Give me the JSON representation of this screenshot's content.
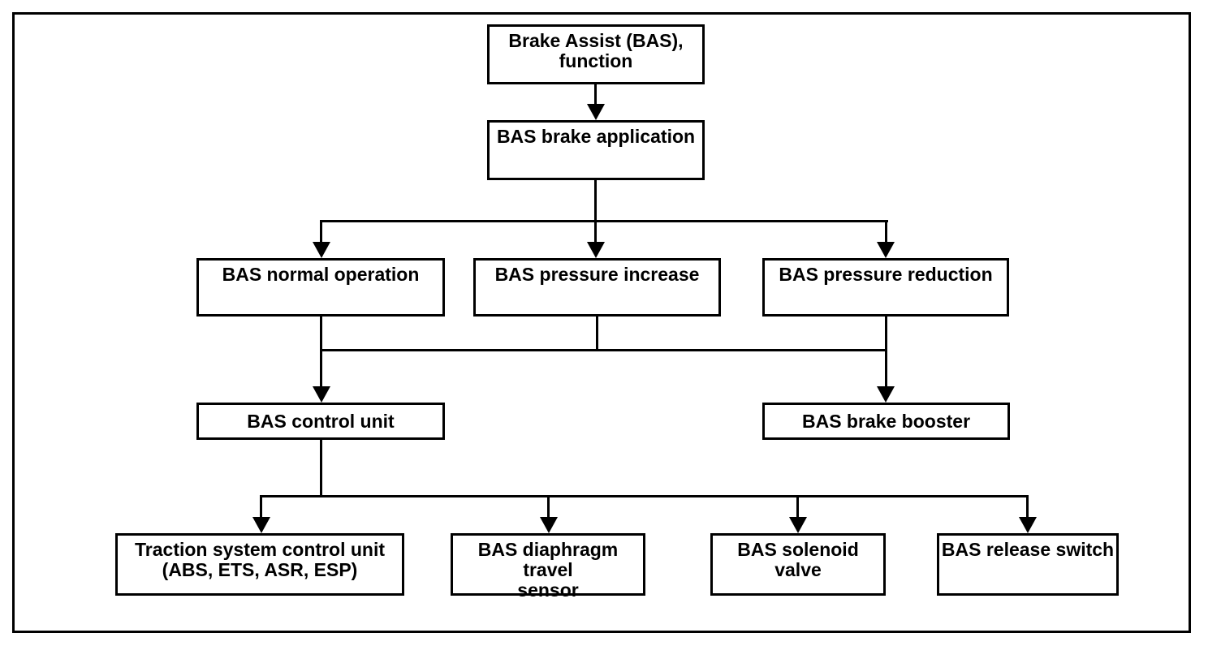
{
  "diagram": {
    "type": "flowchart",
    "title": "Brake Assist (BAS), function",
    "colors": {
      "line": "#000000",
      "box_border": "#000000",
      "background": "#ffffff",
      "text": "#000000"
    },
    "nodes": {
      "root": {
        "label": "Brake Assist (BAS),\nfunction"
      },
      "brake_application": {
        "label": "BAS brake application"
      },
      "normal_operation": {
        "label": "BAS normal operation"
      },
      "pressure_increase": {
        "label": "BAS pressure increase"
      },
      "pressure_reduction": {
        "label": "BAS pressure reduction"
      },
      "control_unit": {
        "label": "BAS control unit"
      },
      "brake_booster": {
        "label": "BAS brake booster"
      },
      "traction_control": {
        "label": "Traction system control unit\n(ABS, ETS, ASR, ESP)"
      },
      "diaphragm_sensor": {
        "label": "BAS diaphragm travel\nsensor"
      },
      "solenoid_valve": {
        "label": "BAS solenoid valve"
      },
      "release_switch": {
        "label": "BAS release switch"
      }
    },
    "edges": [
      {
        "from": "root",
        "to": "brake_application"
      },
      {
        "from": "brake_application",
        "to": "normal_operation"
      },
      {
        "from": "brake_application",
        "to": "pressure_increase"
      },
      {
        "from": "brake_application",
        "to": "pressure_reduction"
      },
      {
        "from": "normal_operation",
        "to": "control_unit"
      },
      {
        "from": "pressure_increase",
        "to": "control_unit"
      },
      {
        "from": "pressure_reduction",
        "to": "brake_booster"
      },
      {
        "from": "control_unit",
        "to": "traction_control"
      },
      {
        "from": "control_unit",
        "to": "diaphragm_sensor"
      },
      {
        "from": "control_unit",
        "to": "solenoid_valve"
      },
      {
        "from": "control_unit",
        "to": "release_switch"
      }
    ]
  }
}
